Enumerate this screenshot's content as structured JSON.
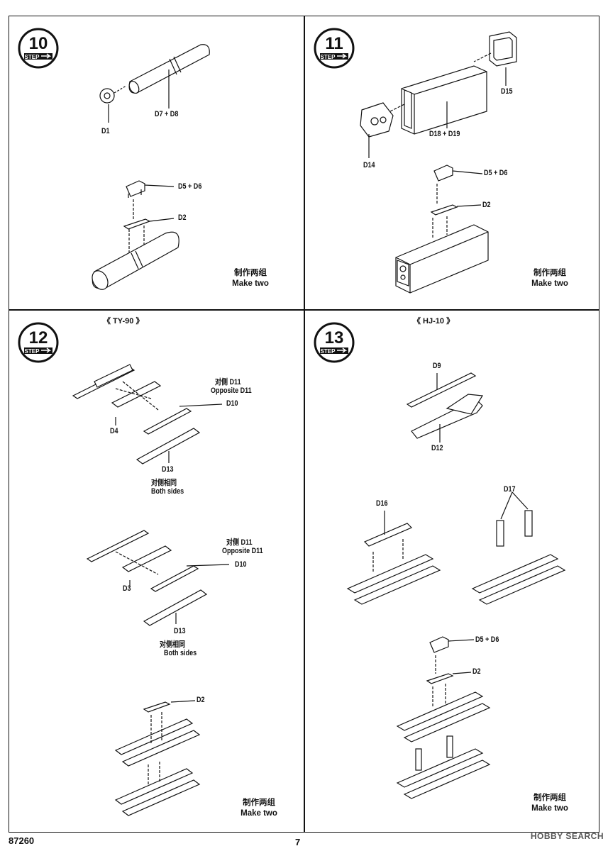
{
  "page": {
    "model_number": "87260",
    "page_number": "7"
  },
  "step_word": "STEP",
  "watermark": "HOBBY SEARCH",
  "steps": [
    {
      "number": "10",
      "labels": [
        "D7 + D8",
        "D1",
        "D5 + D6",
        "D2"
      ],
      "note_cn": "制作两组",
      "note_en": "Make two"
    },
    {
      "number": "11",
      "labels": [
        "D15",
        "D18 + D19",
        "D14",
        "D5 + D6",
        "D2"
      ],
      "note_cn": "制作两组",
      "note_en": "Make two"
    },
    {
      "number": "12",
      "title": "《 TY-90 》",
      "labels": [
        "对侧 D11",
        "Opposite D11",
        "D10",
        "D4",
        "D13",
        "对侧相同",
        "Both sides",
        "对侧 D11",
        "Opposite D11",
        "D10",
        "D3",
        "D13",
        "对侧相同",
        "Both sides",
        "D2"
      ],
      "note_cn": "制作两组",
      "note_en": "Make two"
    },
    {
      "number": "13",
      "title": "《 HJ-10 》",
      "labels": [
        "D9",
        "D12",
        "D16",
        "D17",
        "D5 + D6",
        "D2"
      ],
      "note_cn": "制作两组",
      "note_en": "Make two"
    }
  ]
}
